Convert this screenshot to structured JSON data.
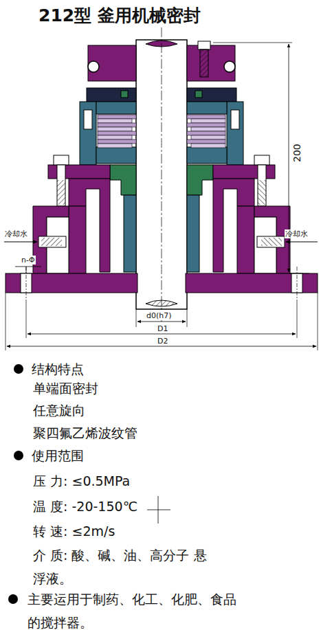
{
  "diagram": {
    "title": "212型 釜用机械密封",
    "labels": [
      "冷却水",
      "冷却水",
      "n-Φ",
      "200",
      "d0(h7)",
      "D1",
      "D2",
      "结构特点",
      "单端面密封",
      "任意旋向",
      "聚四氟乙烯波纹管",
      "使用范围",
      "压 力: ≤0.5MPa",
      "温 度: -20-150℃",
      "转 速: ≤2m/s",
      "介 质: 酸、碱、油、高分子 悬浮液。",
      "主要运用于制药、化工、化肥、食品 的搅拌器。"
    ]
  }
}
